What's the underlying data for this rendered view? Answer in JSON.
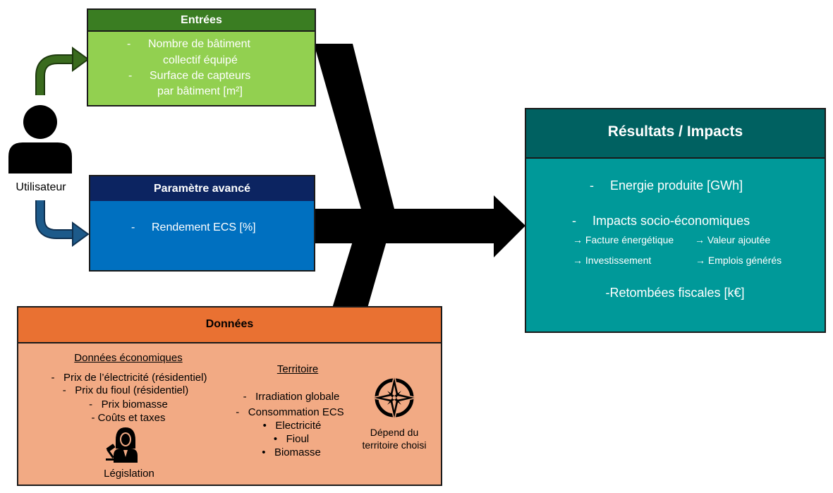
{
  "colors": {
    "inputs_header": "#3a7d22",
    "inputs_body": "#92d050",
    "advanced_header": "#0c2461",
    "advanced_body": "#0070c0",
    "data_header": "#e97132",
    "data_body": "#f2aa84",
    "results_header": "#006161",
    "results_body": "#009999",
    "arrow": "#000000"
  },
  "user": {
    "label": "Utilisateur",
    "icon": "person-icon"
  },
  "inputs": {
    "title": "Entrées",
    "items": [
      [
        "-",
        "Nombre de bâtiment"
      ],
      [
        "collectif équipé"
      ],
      [
        "-",
        "Surface de capteurs"
      ],
      [
        "par bâtiment [m²]"
      ]
    ]
  },
  "advanced": {
    "title": "Paramètre avancé",
    "item_dash": "-",
    "item": "Rendement ECS [%]"
  },
  "data": {
    "title": "Données",
    "economic": {
      "heading": "Données économiques",
      "items": [
        "-   Prix de l’électricité (résidentiel)",
        "-   Prix du fioul (résidentiel)",
        "-   Prix biomasse",
        "- Coûts et taxes"
      ]
    },
    "legislation_label": "Législation",
    "legislation_icon": "judge-icon",
    "territory": {
      "heading": "Territoire",
      "items": [
        "-   Irradiation globale",
        "-   Consommation ECS",
        "•   Electricité",
        "•   Fioul",
        "•   Biomasse"
      ]
    },
    "compass_icon": "compass-icon",
    "note_line1": "Dépend du",
    "note_line2": "territoire choisi"
  },
  "results": {
    "title": "Résultats / Impacts",
    "energy_dash": "-",
    "energy": "Energie produite [GWh]",
    "impacts_dash": "-",
    "impacts": "Impacts socio-économiques",
    "sub": [
      "→ Facture énergétique",
      "→ Valeur ajoutée",
      "→ Investissement",
      "→ Emplois générés"
    ],
    "fiscal": "-Retombées fiscales [k€]"
  }
}
